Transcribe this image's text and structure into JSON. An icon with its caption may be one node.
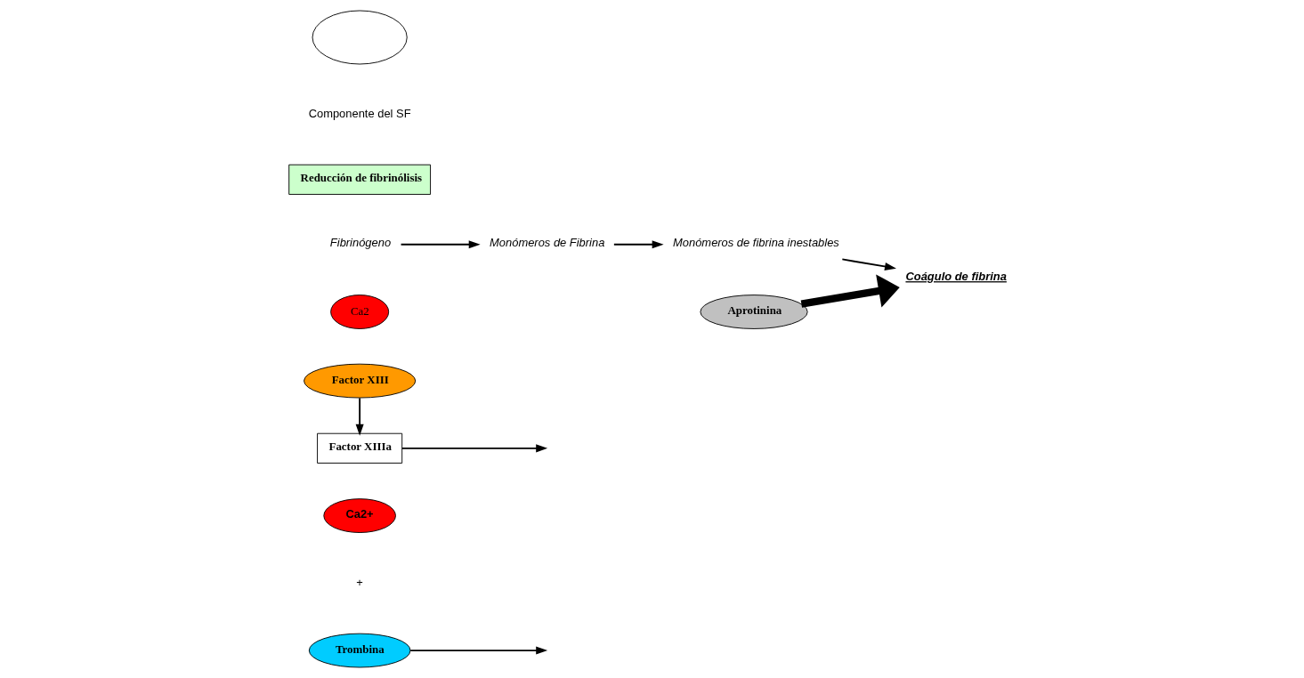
{
  "diagram": {
    "nodes": [
      {
        "text": [
          "Ca2+"
        ]
      },
      {
        "text": [
          "Trombina"
        ]
      },
      {
        "text": [
          "Factor XIII"
        ]
      },
      {
        "text": [
          "Factor XIIIa"
        ]
      },
      {
        "text": [
          "Ca2"
        ]
      },
      {
        "text": [
          "Fibrinógeno"
        ]
      },
      {
        "text": [
          "Monómeros de Fibrina"
        ]
      },
      {
        "text": [
          "Monómeros de fibrina inestables"
        ]
      },
      {
        "text": [
          "Coágulo de fibrina"
        ]
      },
      {
        "text": [
          "Reducción de fibrinólisis"
        ]
      },
      {
        "text": [
          "Aprotinina"
        ]
      },
      {
        "text": [],
        "shape": "circle"
      }
    ],
    "edges": [
      {
        "from": 1,
        "to": null,
        "arrow": "to"
      },
      {
        "from": 2,
        "to": 3,
        "arrow": "to"
      },
      {
        "from": 3,
        "to": null,
        "arrow": "to"
      },
      {
        "from": 5,
        "to": 6,
        "arrow": "to"
      },
      {
        "from": 6,
        "to": 7,
        "arrow": "to"
      },
      {
        "from": 7,
        "to": 8,
        "arrow": "to"
      },
      {
        "from": 10,
        "to": 8,
        "arrow": "to",
        "style": "thick"
      }
    ],
    "labels": [
      "+"
    ],
    "legend": [
      {
        "text": "Componente del SF"
      }
    ]
  }
}
